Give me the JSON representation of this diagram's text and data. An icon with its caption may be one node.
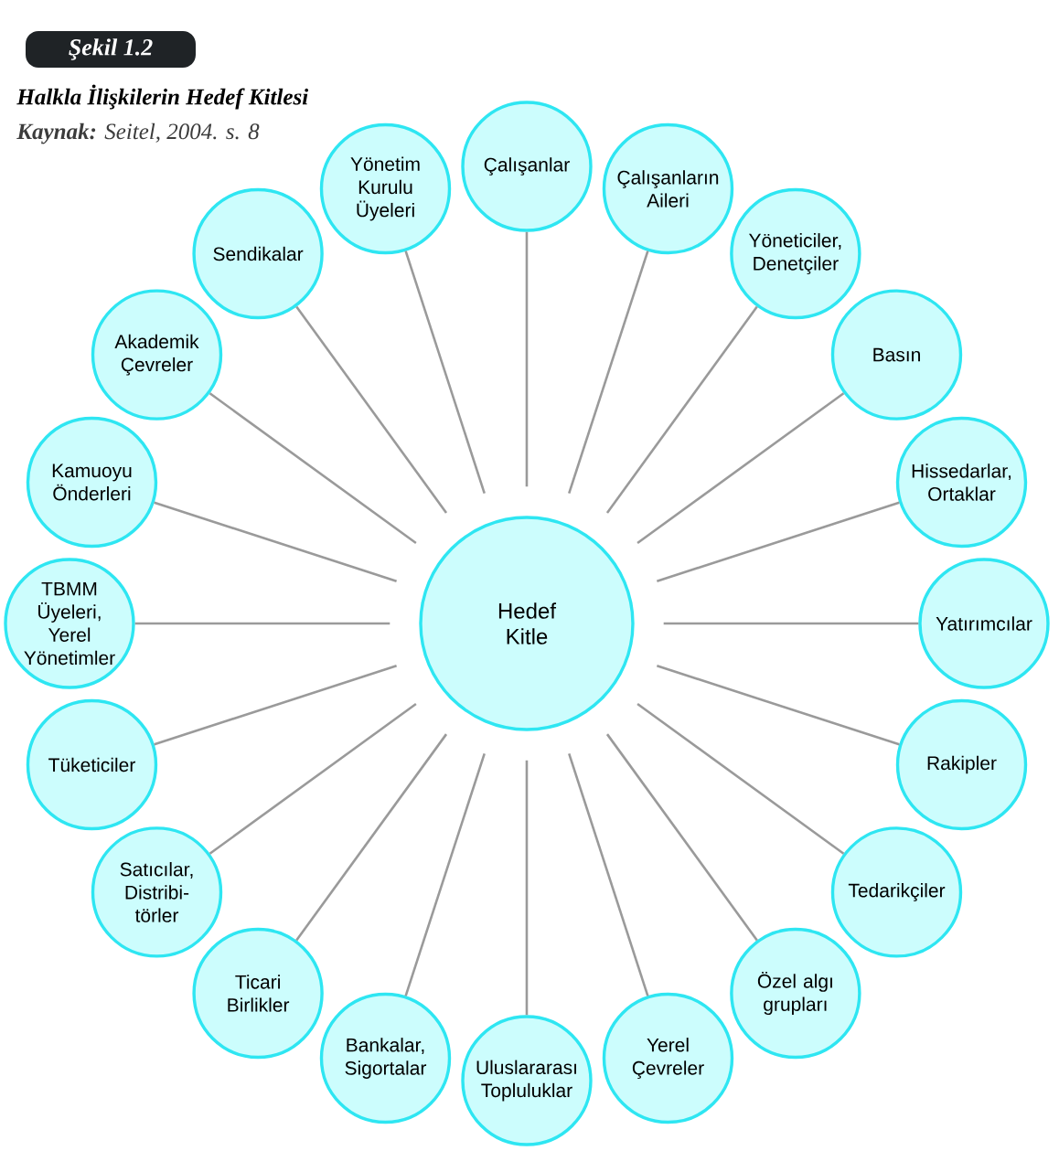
{
  "diagram": {
    "title": "Halkla İlişkilerin Hedef Kitlesi",
    "caption": "**Kaynak:** Seitel, 2004. s. 8",
    "nodes": [
      {
        "text": [
          "Hedef Kitle"
        ]
      },
      {
        "text": [
          "Çalışanlar"
        ]
      },
      {
        "text": [
          "Çalışanların Aileri"
        ]
      },
      {
        "text": [
          "Yöneticiler, Denetçiler"
        ]
      },
      {
        "text": [
          "Basın"
        ]
      },
      {
        "text": [
          "Hissedarlar, Ortaklar"
        ]
      },
      {
        "text": [
          "Yatırımcılar"
        ]
      },
      {
        "text": [
          "Rakipler"
        ]
      },
      {
        "text": [
          "Tedarikçiler"
        ]
      },
      {
        "text": [
          "Özel algı grupları"
        ]
      },
      {
        "text": [
          "Yerel Çevreler"
        ]
      },
      {
        "text": [
          "Uluslararası Topluluklar"
        ]
      },
      {
        "text": [
          "Bankalar, Sigortalar"
        ]
      },
      {
        "text": [
          "Ticari Birlikler"
        ]
      },
      {
        "text": [
          "Satıcılar, Distribi- törler"
        ]
      },
      {
        "text": [
          "Tüketiciler"
        ]
      },
      {
        "text": [
          "TBMM Üyeleri, Yerel Yönetimler"
        ]
      },
      {
        "text": [
          "Kamuoyu Önderleri"
        ]
      },
      {
        "text": [
          "Akademik Çevreler"
        ]
      },
      {
        "text": [
          "Sendikalar"
        ]
      },
      {
        "text": [
          "Yönetim Kurulu Üyeleri"
        ]
      }
    ],
    "edges": [
      {
        "from": 0,
        "to": 1,
        "arrow": "none"
      },
      {
        "from": 0,
        "to": 2,
        "arrow": "none"
      },
      {
        "from": 0,
        "to": 3,
        "arrow": "none"
      },
      {
        "from": 0,
        "to": 4,
        "arrow": "none"
      },
      {
        "from": 0,
        "to": 5,
        "arrow": "none"
      },
      {
        "from": 0,
        "to": 6,
        "arrow": "none"
      },
      {
        "from": 0,
        "to": 7,
        "arrow": "none"
      },
      {
        "from": 0,
        "to": 8,
        "arrow": "none"
      },
      {
        "from": 0,
        "to": 9,
        "arrow": "none"
      },
      {
        "from": 0,
        "to": 10,
        "arrow": "none"
      },
      {
        "from": 0,
        "to": 11,
        "arrow": "none"
      },
      {
        "from": 0,
        "to": 12,
        "arrow": "none"
      },
      {
        "from": 0,
        "to": 13,
        "arrow": "none"
      },
      {
        "from": 0,
        "to": 14,
        "arrow": "none"
      },
      {
        "from": 0,
        "to": 15,
        "arrow": "none"
      },
      {
        "from": 0,
        "to": 16,
        "arrow": "none"
      },
      {
        "from": 0,
        "to": 17,
        "arrow": "none"
      },
      {
        "from": 0,
        "to": 18,
        "arrow": "none"
      },
      {
        "from": 0,
        "to": 19,
        "arrow": "none"
      },
      {
        "from": 0,
        "to": 20,
        "arrow": "none"
      }
    ],
    "labels": [
      "Şekil 1.2"
    ]
  }
}
